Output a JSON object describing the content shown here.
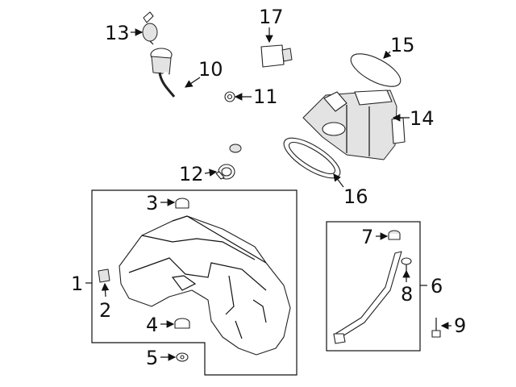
{
  "diagram": {
    "callouts": {
      "c1": "1",
      "c2": "2",
      "c3": "3",
      "c4": "4",
      "c5": "5",
      "c6": "6",
      "c7": "7",
      "c8": "8",
      "c9": "9",
      "c10": "10",
      "c11": "11",
      "c12": "12",
      "c13": "13",
      "c14": "14",
      "c15": "15",
      "c16": "16",
      "c17": "17"
    },
    "colors": {
      "line": "#111111",
      "fill": "#ffffff",
      "shade": "#e3e3e3"
    }
  }
}
